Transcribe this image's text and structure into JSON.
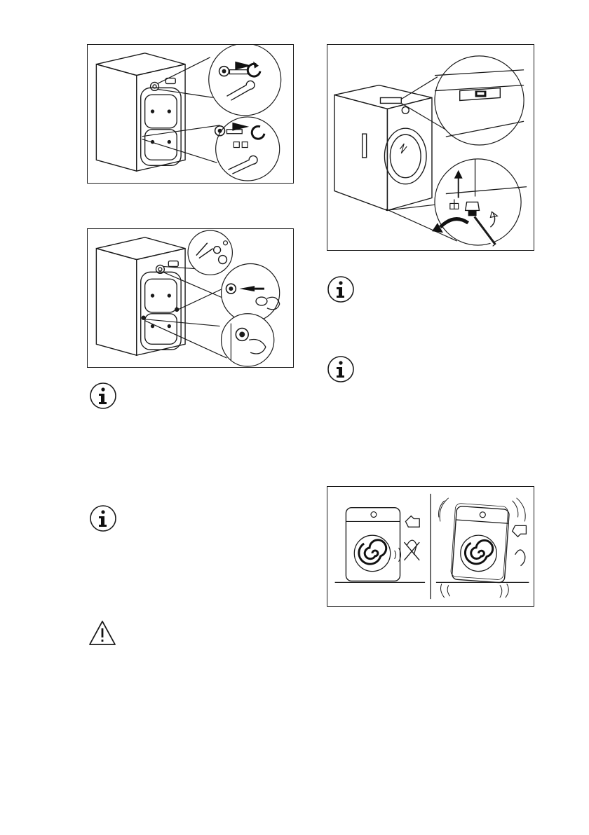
{
  "page": {
    "background": "#ffffff",
    "line_color": "#1a1a1a",
    "accent_dark": "#111111"
  },
  "figures": [
    {
      "name": "figure-remove-transit-bolts",
      "description_icon": "wrench-icon"
    },
    {
      "name": "figure-insert-plastic-caps",
      "description_icon": "plastic-cap-icon"
    },
    {
      "name": "figure-level-adjustment",
      "description_icon": "spirit-level-icon"
    },
    {
      "name": "figure-vibration-comparison",
      "description_icon": "thumbs-icon"
    }
  ],
  "icons": {
    "info": "info-icon",
    "warning": "warning-triangle-icon"
  }
}
